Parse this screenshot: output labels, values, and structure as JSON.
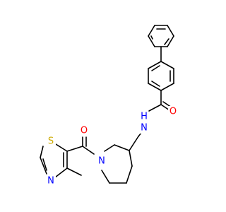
{
  "molecule": {
    "atoms": {
      "O_carbonyl_amide": {
        "symbol": "O",
        "color": "#ff0000"
      },
      "N_amide": {
        "symbol": "N",
        "color": "#0000ff"
      },
      "H_amide": {
        "symbol": "H",
        "color": "#0000ff"
      },
      "O_carbonyl_ketone": {
        "symbol": "O",
        "color": "#ff0000"
      },
      "N_piperidine": {
        "symbol": "N",
        "color": "#0000ff"
      },
      "S_thiazole": {
        "symbol": "S",
        "color": "#ccaa00"
      },
      "N_thiazole": {
        "symbol": "N",
        "color": "#0000ff"
      }
    },
    "bond_color": "#000000",
    "background": "#ffffff"
  }
}
